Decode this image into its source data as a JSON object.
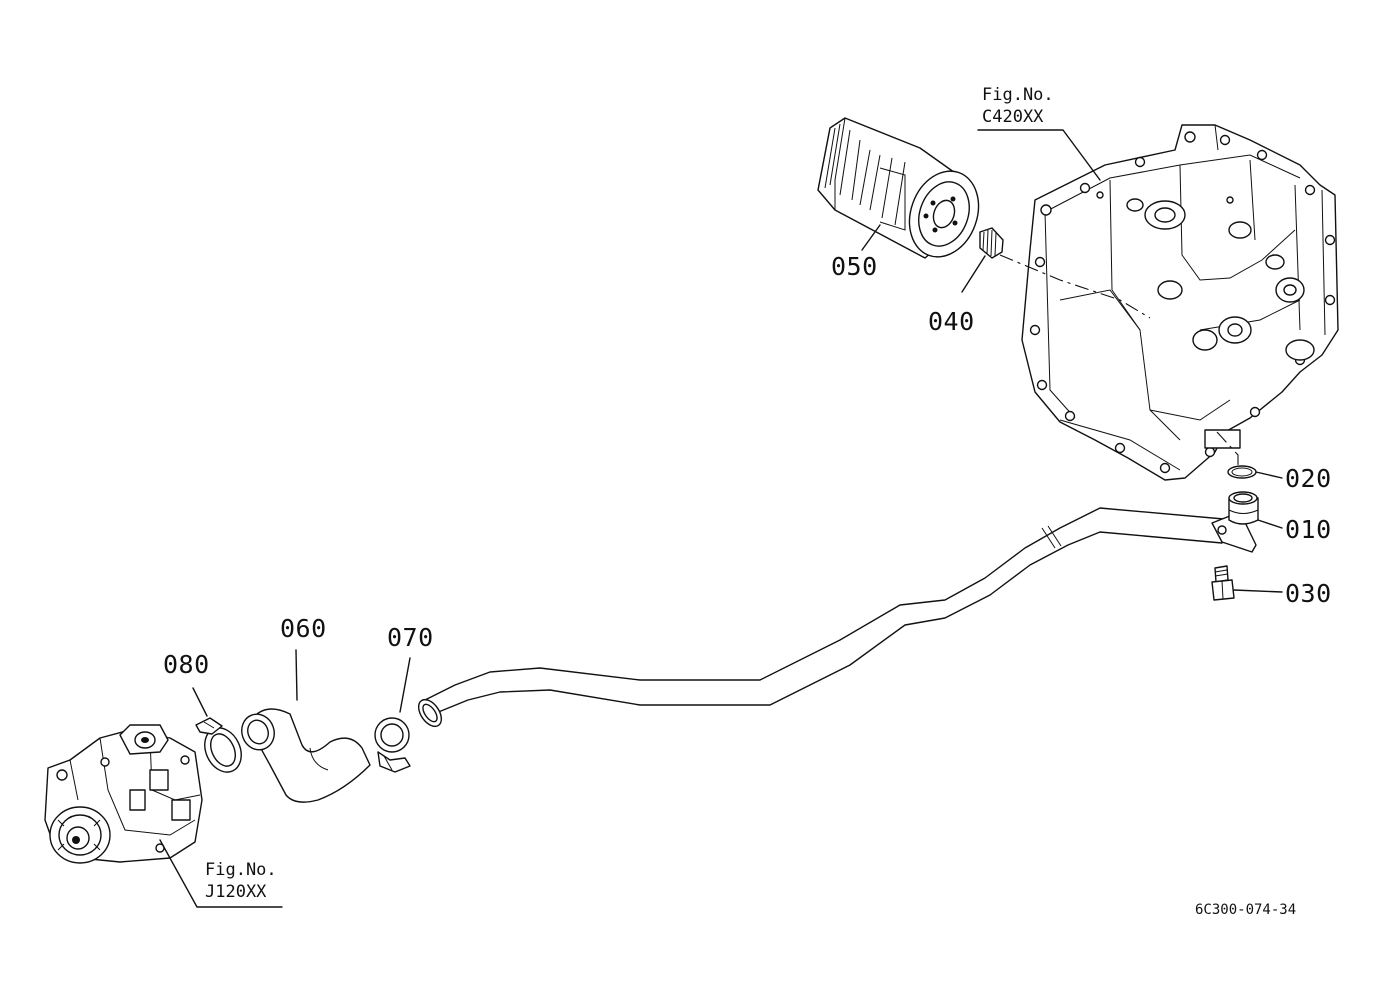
{
  "diagram": {
    "part_labels": {
      "p010": "010",
      "p020": "020",
      "p030": "030",
      "p040": "040",
      "p050": "050",
      "p060": "060",
      "p070": "070",
      "p080": "080"
    },
    "figure_refs": {
      "transmission": {
        "line1": "Fig.No.",
        "line2": "C420XX"
      },
      "pump": {
        "line1": "Fig.No.",
        "line2": "J120XX"
      }
    },
    "drawing_code": "6C300-074-34"
  }
}
